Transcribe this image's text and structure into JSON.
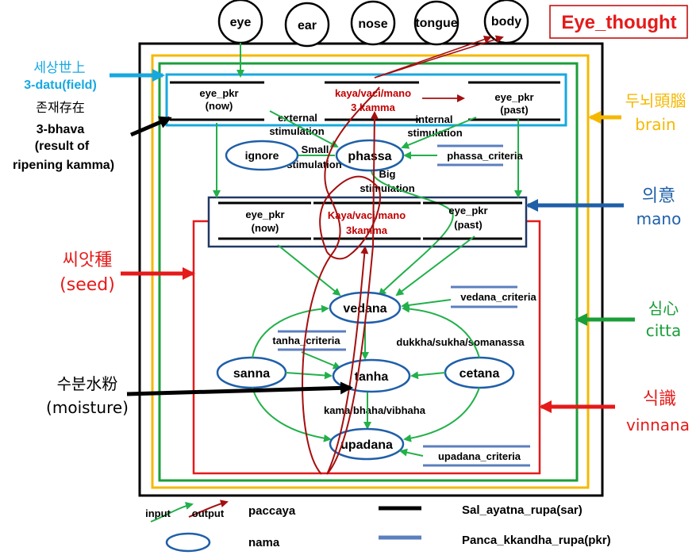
{
  "title": "Eye_thought",
  "senses": [
    "eye",
    "ear",
    "nose",
    "tongue",
    "body"
  ],
  "colors": {
    "black": "#000000",
    "gold": "#f5b800",
    "green": "#1a9e3a",
    "cyan": "#17a8e0",
    "navy": "#203864",
    "red": "#e51a1a",
    "darkred": "#a50f0f",
    "blue": "#1f5fa8",
    "steel": "#5b7fbf",
    "arrowgreen": "#22b04a"
  },
  "left_labels": {
    "field_kr": "세상世上",
    "field_en": "3-datu(field)",
    "bhava_kr": "존재存在",
    "bhava_1": "3-bhava",
    "bhava_2": "(result of",
    "bhava_3": "ripening kamma)",
    "seed_kr": "씨앗種",
    "seed_en": "(seed)",
    "moisture_kr": "수분水粉",
    "moisture_en": "(moisture)"
  },
  "right_labels": {
    "brain_kr": "두뇌頭腦",
    "brain_en": "brain",
    "mano_kr": "의意",
    "mano_en": "mano",
    "citta_kr": "심心",
    "citta_en": "citta",
    "vinnana_kr": "식識",
    "vinnana_en": "vinnana"
  },
  "top_box": {
    "left_1": "eye_pkr",
    "left_2": "(now)",
    "mid_1": "kaya/vaci/mano",
    "mid_2": "3 kamma",
    "right_1": "eye_pkr",
    "right_2": "(past)",
    "external_1": "external",
    "external_2": "stimulation",
    "internal_1": "internal",
    "internal_2": "stimulation",
    "small_1": "Small",
    "small_2": "stimulation",
    "big_1": "Big",
    "big_2": "stimulation"
  },
  "nodes": {
    "ignore": "ignore",
    "phassa": "phassa",
    "phassa_criteria": "phassa_criteria",
    "vedana": "vedana",
    "vedana_criteria": "vedana_criteria",
    "tanha_criteria": "tanha_criteria",
    "dukkha": "dukkha/sukha/somanassa",
    "sanna": "sanna",
    "tanha": "tanha",
    "cetana": "cetana",
    "kama": "kama/bhaha/vibhaha",
    "upadana": "upadana",
    "upadana_criteria": "upadana_criteria"
  },
  "mano_box": {
    "left_1": "eye_pkr",
    "left_2": "(now)",
    "mid_1": "Kaya/vaci/mano",
    "mid_2": "3kamma",
    "right_1": "eye_pkr",
    "right_2": "(past)"
  },
  "legend": {
    "input": "input",
    "output": "output",
    "paccaya": "paccaya",
    "nama": "nama",
    "sar": "Sal_ayatna_rupa(sar)",
    "pkr": "Panca_kkandha_rupa(pkr)"
  }
}
